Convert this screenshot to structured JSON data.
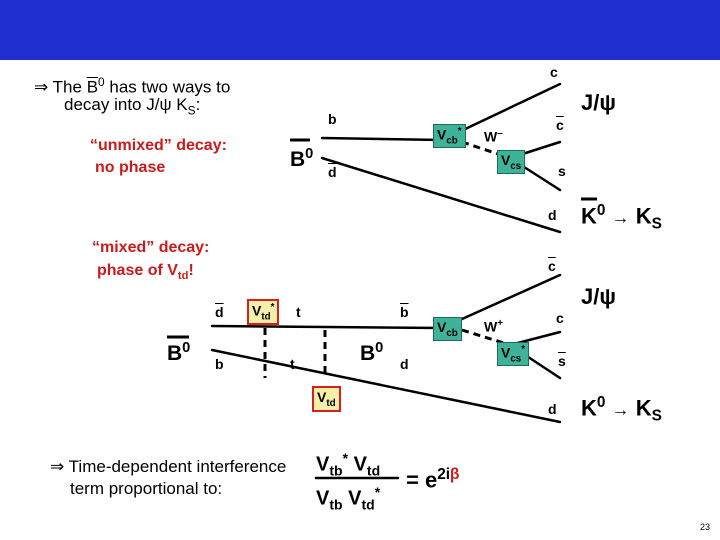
{
  "slide": {
    "page_number": "23",
    "title_bar_color": "#1f2fd0"
  },
  "intro": {
    "arrow": "⇒",
    "line1_a": "The ",
    "line1_bar": "B",
    "line1_sup": "0",
    "line1_b": " has two ways to",
    "line2_a": "decay into J/ψ K",
    "line2_sub": "S",
    "line2_b": ":"
  },
  "unmixed": {
    "line1": "“unmixed” decay:",
    "line2": "no phase"
  },
  "mixed": {
    "line1": "“mixed” decay:",
    "line2_a": "phase of V",
    "line2_sub": "td",
    "line2_b": "!"
  },
  "diagram_top": {
    "meson_base": "B",
    "meson_sup": "0",
    "b_quark": "b",
    "dbar_quark": "d",
    "c_quark": "c",
    "cbar_quark": "c",
    "s_quark": "s",
    "d_quark": "d",
    "vcb": {
      "base": "V",
      "sub": "cb",
      "sup": "*"
    },
    "vcs": {
      "base": "V",
      "sub": "cs"
    },
    "w": {
      "base": "W",
      "sup": "–"
    },
    "jpsi": "J/ψ",
    "k0_base": "K",
    "k0_sup": "0",
    "arrow": "→",
    "ks_base": "K",
    "ks_sub": "S"
  },
  "diagram_bottom": {
    "b0_base": "B",
    "b0_sup": "0",
    "dbar_left": "d",
    "b_left": "b",
    "vtd_star": {
      "base": "V",
      "sub": "td",
      "sup": "*"
    },
    "t_top": "t",
    "t_bottom": "t",
    "vtd": {
      "base": "V",
      "sub": "td"
    },
    "b0_mid_base": "B",
    "b0_mid_sup": "0",
    "bbar_right": "b",
    "d_right": "d",
    "vcb": {
      "base": "V",
      "sub": "cb"
    },
    "w": {
      "base": "W",
      "sup": "+"
    },
    "vcs": {
      "base": "V",
      "sub": "cs",
      "sup": "*"
    },
    "c_quark": "c",
    "cbar_quark": "c",
    "sbar_quark": "s",
    "d_quark": "d",
    "jpsi": "J/ψ",
    "k0_base": "K",
    "k0_sup": "0",
    "arrow": "→",
    "ks_base": "K",
    "ks_sub": "S"
  },
  "conclusion": {
    "arrow": "⇒",
    "line1": "Time-dependent interference",
    "line2": "term proportional to:",
    "num": {
      "a": "V",
      "a_sub": "tb",
      "a_sup": "*",
      "b": " V",
      "b_sub": "td"
    },
    "den": {
      "a": "V",
      "a_sub": "tb",
      "b": " V",
      "b_sub": "td",
      "b_sup": "*"
    },
    "equals": "= e",
    "exp_a": "2i",
    "exp_beta": "β"
  }
}
